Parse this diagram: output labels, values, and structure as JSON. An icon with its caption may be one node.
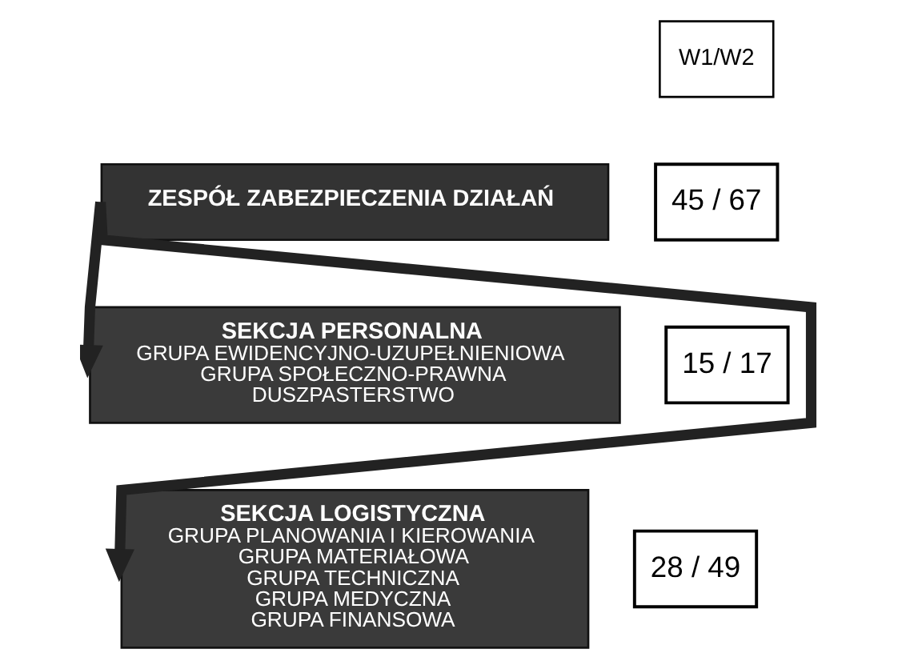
{
  "diagram": {
    "nodes": [
      {
        "text": [
          "ZESPÓŁ ZABEZPIECZENIA DZIAŁAŃ"
        ],
        "beside": [
          "45 / 67"
        ]
      },
      {
        "text": [
          "SEKCJA PERSONALNA",
          "GRUPA EWIDENCYJNO-UZUPEŁNIENIOWA",
          "GRUPA SPOŁECZNO-PRAWNA",
          "DUSZPASTERSTWO"
        ],
        "beside": [
          "15 / 17"
        ]
      },
      {
        "text": [
          "SEKCJA LOGISTYCZNA",
          "GRUPA PLANOWANIA I KIEROWANIA",
          "GRUPA MATERIAŁOWA",
          "GRUPA TECHNICZNA",
          "GRUPA MEDYCZNA",
          "GRUPA FINANSOWA"
        ],
        "beside": [
          "28 / 49"
        ]
      }
    ],
    "edges": [
      {
        "from": 0,
        "to": 1,
        "arrow": "to"
      },
      {
        "from": 0,
        "to": 2,
        "arrow": "to"
      }
    ],
    "labels": [
      "W1/W2"
    ]
  }
}
